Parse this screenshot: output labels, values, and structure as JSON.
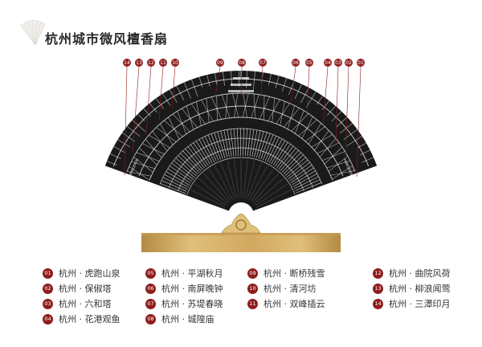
{
  "title": "杭州城市微风檀香扇",
  "colors": {
    "accent": "#8e1d1d",
    "fan": "#1a1a1a",
    "wood_light": "#e0bf7a",
    "wood_dark": "#b38a44"
  },
  "fan_left_text": "HANGZHOU",
  "fan_right_text": "HANGZHOU",
  "callouts": [
    "14",
    "13",
    "12",
    "11",
    "10",
    "09",
    "08",
    "07",
    "06",
    "05",
    "04",
    "03",
    "02",
    "01"
  ],
  "legend": [
    {
      "num": "01",
      "text": "杭州 · 虎跑山泉"
    },
    {
      "num": "02",
      "text": "杭州 · 保俶塔"
    },
    {
      "num": "03",
      "text": "杭州 · 六和塔"
    },
    {
      "num": "04",
      "text": "杭州 · 花港观鱼"
    },
    {
      "num": "05",
      "text": "杭州 · 平湖秋月"
    },
    {
      "num": "06",
      "text": "杭州 · 南屏晚钟"
    },
    {
      "num": "07",
      "text": "杭州 · 苏堤春晓"
    },
    {
      "num": "08",
      "text": "杭州 · 城隍庙"
    },
    {
      "num": "09",
      "text": "杭州 · 断桥残雪"
    },
    {
      "num": "10",
      "text": "杭州 · 清河坊"
    },
    {
      "num": "11",
      "text": "杭州 · 双峰插云"
    },
    {
      "num": "12",
      "text": "杭州 · 曲院风荷"
    },
    {
      "num": "13",
      "text": "杭州 · 柳浪闻莺"
    },
    {
      "num": "14",
      "text": "杭州 · 三潭印月"
    }
  ]
}
